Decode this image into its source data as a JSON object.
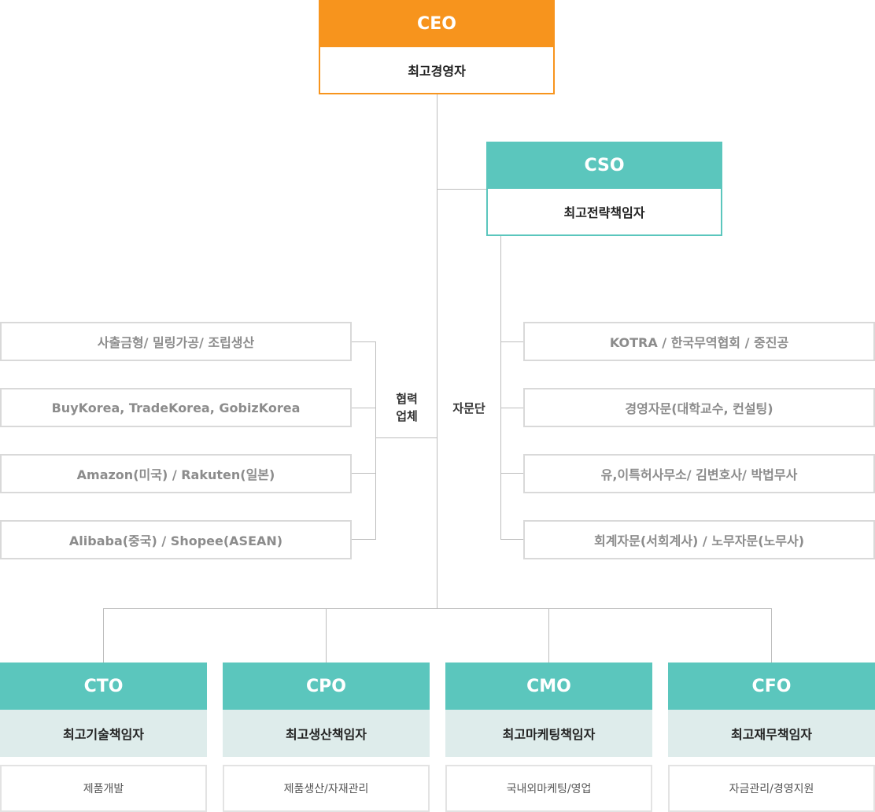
{
  "ceo": {
    "title": "CEO",
    "subtitle": "최고경영자"
  },
  "cso": {
    "title": "CSO",
    "subtitle": "최고전략책임자"
  },
  "partners": {
    "label_line1": "협력",
    "label_line2": "업체",
    "items": [
      "사출금형/ 밀링가공/ 조립생산",
      "BuyKorea, TradeKorea, GobizKorea",
      "Amazon(미국) / Rakuten(일본)",
      "Alibaba(중국) / Shopee(ASEAN)"
    ]
  },
  "advisors": {
    "label": "자문단",
    "items": [
      "KOTRA / 한국무역협회 / 중진공",
      "경영자문(대학교수, 컨설팅)",
      "유,이특허사무소/ 김변호사/ 박법무사",
      "회계자문(서회계사) / 노무자문(노무사)"
    ]
  },
  "executives": [
    {
      "title": "CTO",
      "subtitle": "최고기술책임자",
      "duty": "제품개발"
    },
    {
      "title": "CPO",
      "subtitle": "최고생산책임자",
      "duty": "제품생산/자재관리"
    },
    {
      "title": "CMO",
      "subtitle": "최고마케팅책임자",
      "duty": "국내외마케팅/영업"
    },
    {
      "title": "CFO",
      "subtitle": "최고재무책임자",
      "duty": "자금관리/경영지원"
    }
  ],
  "colors": {
    "ceo": "#f7941d",
    "teal": "#5bc6bd",
    "line": "#bdbdbd"
  }
}
